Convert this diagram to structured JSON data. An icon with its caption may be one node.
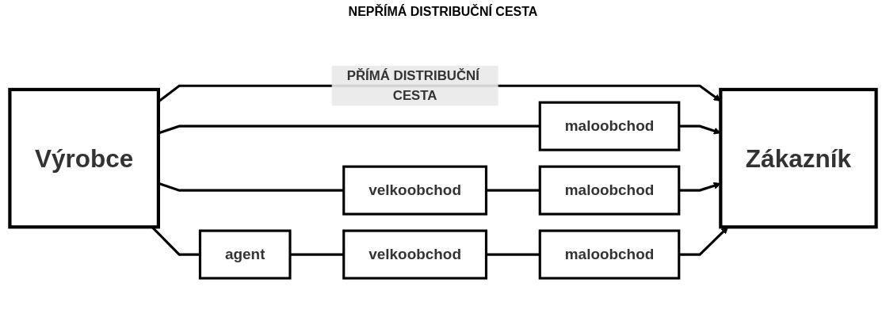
{
  "diagram": {
    "nodes": [
      {
        "text": [
          "Výrobce"
        ]
      },
      {
        "text": [
          "Zákazník"
        ]
      },
      {
        "text": [
          "maloobchod"
        ]
      },
      {
        "text": [
          "velkoobchod"
        ]
      },
      {
        "text": [
          "maloobchod"
        ]
      },
      {
        "text": [
          "agent"
        ]
      },
      {
        "text": [
          "velkoobchod"
        ]
      },
      {
        "text": [
          "maloobchod"
        ]
      }
    ],
    "edges": [
      {
        "from": 0,
        "to": 1,
        "arrow": "to",
        "label": "PŘÍMÁ DISTRIBUČNÍ CESTA"
      },
      {
        "from": 0,
        "to": 2,
        "arrow": "none"
      },
      {
        "from": 2,
        "to": 1,
        "arrow": "to"
      },
      {
        "from": 0,
        "to": 3,
        "arrow": "none"
      },
      {
        "from": 3,
        "to": 4,
        "arrow": "none"
      },
      {
        "from": 4,
        "to": 1,
        "arrow": "to"
      },
      {
        "from": 0,
        "to": 5,
        "arrow": "none"
      },
      {
        "from": 5,
        "to": 6,
        "arrow": "none"
      },
      {
        "from": 6,
        "to": 7,
        "arrow": "none"
      },
      {
        "from": 7,
        "to": 1,
        "arrow": "to"
      }
    ],
    "labels": [
      "NEPŘÍMÁ DISTRIBUČNÍ CESTA"
    ]
  }
}
